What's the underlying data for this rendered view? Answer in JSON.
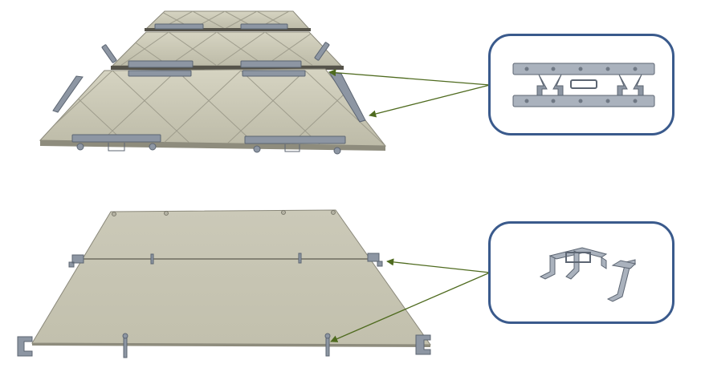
{
  "colors": {
    "panel": "#c9c7b4",
    "panel_dark": "#a9a794",
    "panel_edge": "#6f6d60",
    "bracket": "#8d96a3",
    "bracket_dark": "#5c6572",
    "callout_border": "#3a5a8c",
    "arrow": "#4f6b1f"
  },
  "top_assembly": {
    "view": "assembled-panels-with-clamp-brackets",
    "callout_detail": "clamp-bar-pair"
  },
  "bottom_assembly": {
    "view": "flat-panel-with-pins",
    "callout_detail": "staple-clips"
  },
  "icons": {
    "top_callout": "clamp-bracket-icon",
    "bottom_callout": "staple-clip-icon"
  }
}
